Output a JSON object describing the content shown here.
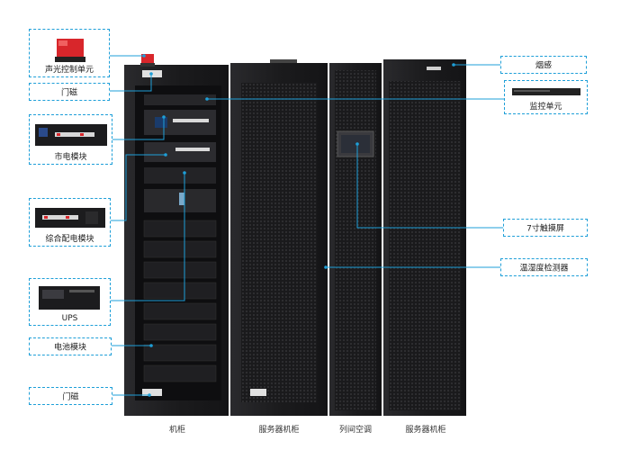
{
  "labels": {
    "sound_light_unit": "声光控制单元",
    "door_sensor_top": "门磁",
    "mains_module": "市电模块",
    "integrated_power_module": "综合配电模块",
    "ups": "UPS",
    "battery_module": "电池模块",
    "door_sensor_bottom": "门磁",
    "smoke_sensor": "烟感",
    "monitoring_unit": "监控单元",
    "touch_screen": "7寸触摸屏",
    "temp_humidity_detector": "温湿度检测器"
  },
  "bottom_labels": {
    "cabinet": "机柜",
    "server_cabinet_1": "服务器机柜",
    "row_ac": "列间空调",
    "server_cabinet_2": "服务器机柜"
  },
  "colors": {
    "accent_line": "#1e9fd8",
    "cabinet_body": "#1b1b1d",
    "cabinet_dark": "#0e0e10",
    "alarm_red": "#d8262b"
  }
}
